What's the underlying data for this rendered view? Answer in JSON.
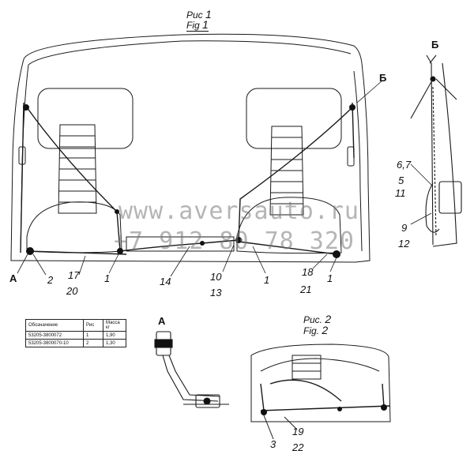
{
  "figure1": {
    "caption_ru": "Рис",
    "caption_en": "Fig",
    "number": "1"
  },
  "figure2": {
    "caption_ru": "Рис.",
    "caption_en": "Fig.",
    "number": "2"
  },
  "view_labels": {
    "a": "А",
    "b": "Б",
    "a_detail": "А",
    "b_detail": "Б"
  },
  "callouts": {
    "c_a": "А",
    "c_2": "2",
    "c_17": "17",
    "c_20": "20",
    "c_1a": "1",
    "c_14": "14",
    "c_10": "10",
    "c_13": "13",
    "c_1b": "1",
    "c_18": "18",
    "c_21": "21",
    "c_1c": "1",
    "c_67": "6,7",
    "c_5": "5",
    "c_11": "11",
    "c_9": "9",
    "c_12": "12",
    "c_3": "3",
    "c_19": "19",
    "c_22": "22"
  },
  "watermark": {
    "site": "www.aversauto.ru",
    "phone": "+7 912 80 78 320"
  },
  "parts_table": {
    "headers": [
      "Обозначение",
      "Рис",
      "Масса кг"
    ],
    "rows": [
      [
        "53205-3800072",
        "1",
        "1,90"
      ],
      [
        "53205-3800070-10",
        "2",
        "1,30"
      ]
    ]
  }
}
